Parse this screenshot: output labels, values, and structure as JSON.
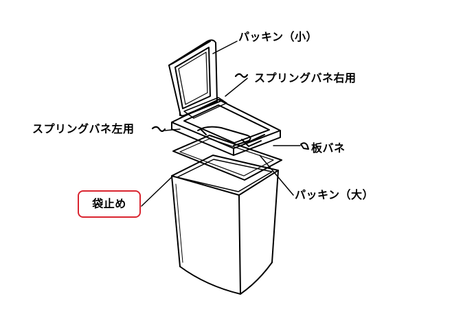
{
  "labels": {
    "packing_small": "パッキン（小）",
    "spring_right": "スプリングバネ右用",
    "spring_left": "スプリングバネ左用",
    "leaf_spring": "板バネ",
    "packing_large": "パッキン（大）",
    "bag_stopper": "袋止め"
  },
  "colors": {
    "line": "#000000",
    "highlight_box": "#d9242f",
    "background": "#ffffff"
  }
}
